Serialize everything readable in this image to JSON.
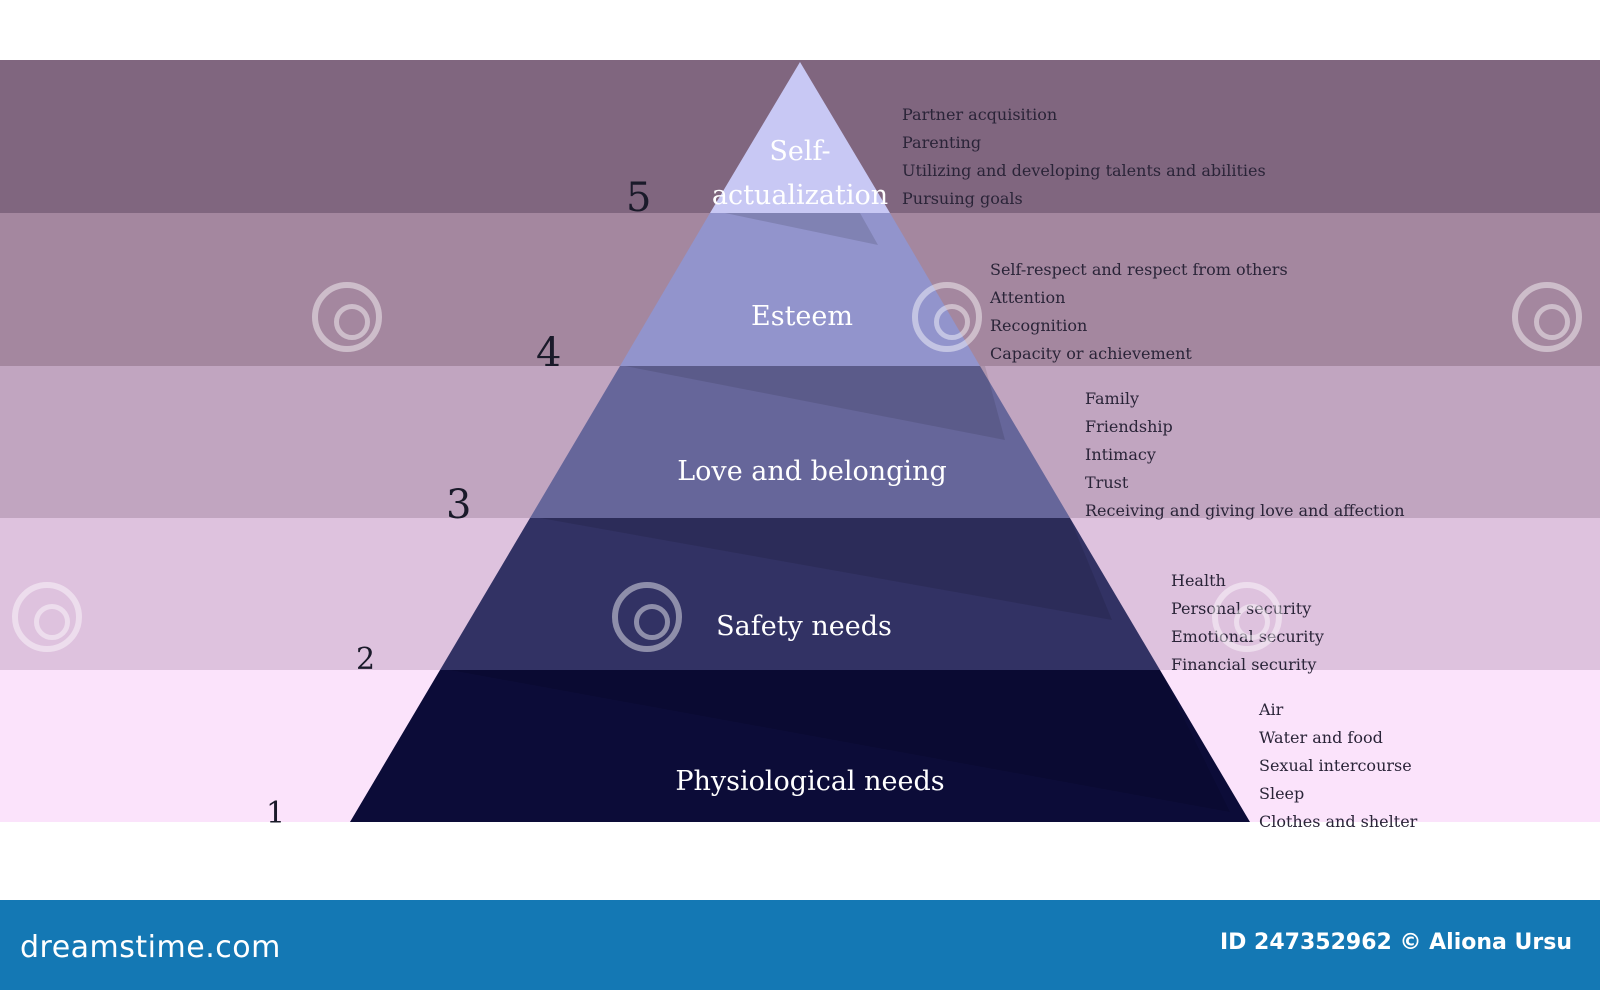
{
  "levels": [
    {
      "number": "5",
      "title_lines": [
        "Self-",
        "actualization"
      ],
      "items": [
        "Partner acquisition",
        "Parenting",
        "Utilizing and developing talents and abilities",
        "Pursuing goals"
      ]
    },
    {
      "number": "4",
      "title_lines": [
        "Esteem"
      ],
      "items": [
        "Self-respect and respect from others",
        "Attention",
        "Recognition",
        "Capacity or achievement"
      ]
    },
    {
      "number": "3",
      "title_lines": [
        "Love and belonging"
      ],
      "items": [
        "Family",
        "Friendship",
        "Intimacy",
        "Trust",
        "Receiving and giving love and affection"
      ]
    },
    {
      "number": "2",
      "title_lines": [
        "Safety needs"
      ],
      "items": [
        "Health",
        "Personal security",
        "Emotional security",
        "Financial security"
      ]
    },
    {
      "number": "1",
      "title_lines": [
        "Physiological needs"
      ],
      "items": [
        "Air",
        "Water and food",
        "Sexual intercourse",
        "Sleep",
        "Clothes and shelter"
      ]
    }
  ],
  "colors": {
    "band_5": "#80667f",
    "band_4": "#a4879f",
    "band_3": "#c1a5c0",
    "band_2": "#dec2de",
    "band_1": "#fbe3fb",
    "tier_5": "#c8c8f4",
    "tier_4": "#9294cc",
    "tier_3": "#66669a",
    "tier_2": "#323264",
    "tier_1": "#0c0c38",
    "footer": "#1478b4"
  },
  "footer": {
    "logo": "dreamstime.com",
    "credit": "ID 247352962 © Aliona Ursu"
  }
}
